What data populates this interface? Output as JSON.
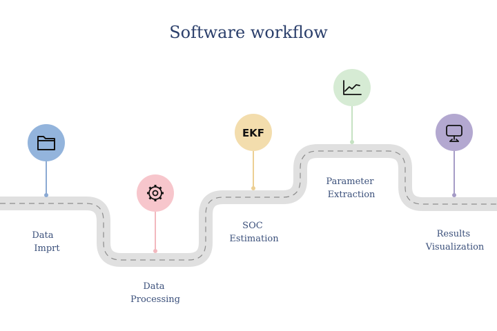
{
  "title": "Software workflow",
  "colors": {
    "title": "#2b3f6b",
    "road": "#e0e0e0",
    "dash": "#8c8c8c",
    "label": "#3a4f7a"
  },
  "steps": [
    {
      "id": "data-import",
      "label_lines": [
        "Data",
        "Imprt"
      ],
      "icon": "folder-icon",
      "color": "#93b4dc",
      "stem": "#8aa9d3"
    },
    {
      "id": "data-processing",
      "label_lines": [
        "Data",
        "Processing"
      ],
      "icon": "gear-icon",
      "color": "#f7c6cc",
      "stem": "#f2b8be"
    },
    {
      "id": "soc-estimation",
      "label_lines": [
        "SOC",
        "Estimation"
      ],
      "icon": "ekf-icon",
      "icon_text": "EKF",
      "color": "#f3ddad",
      "stem": "#eccf93"
    },
    {
      "id": "parameter-extraction",
      "label_lines": [
        "Parameter",
        "Extraction"
      ],
      "icon": "chart-icon",
      "color": "#d6ebd4",
      "stem": "#c5e2c2"
    },
    {
      "id": "results-visualization",
      "label_lines": [
        "Results",
        "Visualization"
      ],
      "icon": "monitor-icon",
      "color": "#b3a8d0",
      "stem": "#a59bc6"
    }
  ]
}
